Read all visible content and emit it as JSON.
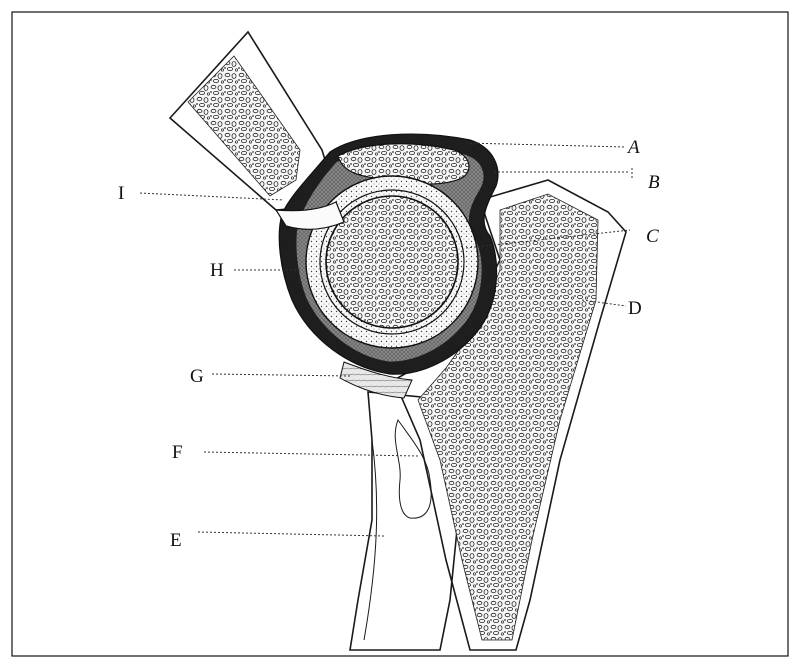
{
  "figure": {
    "labels": {
      "A": "A",
      "B": "B",
      "C": "C",
      "D": "D",
      "E": "E",
      "F": "F",
      "G": "G",
      "H": "H",
      "I": "I"
    }
  },
  "colors": {
    "outline": "#1a1a1a",
    "cartilage_dark": "#2a2a2a",
    "synovial_fluid": "#9a9a9a",
    "bone_fill": "#f4f4f4",
    "background": "#ffffff"
  }
}
